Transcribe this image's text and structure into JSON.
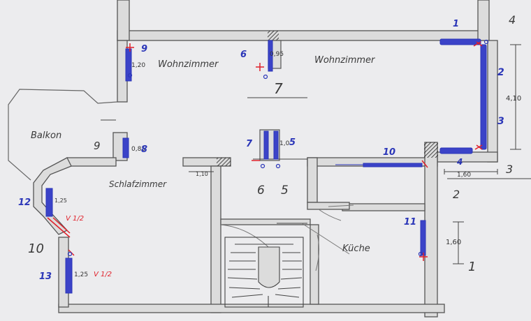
{
  "colors": {
    "paper": "#ececee",
    "wall_fill": "#dcdcdc",
    "wall_line": "#555555",
    "radiator": "#3b43c8",
    "marker_blue": "#2b36b8",
    "marker_red": "#e0202a",
    "hatch": "#222222"
  },
  "rooms": {
    "wohnzimmer_left": "Wohnzimmer",
    "wohnzimmer_right": "Wohnzimmer",
    "balkon": "Balkon",
    "schlafzimmer": "Schlafzimmer",
    "kueche": "Küche"
  },
  "dimensions": {
    "height_right": "4,10",
    "width_bottom": "1,60",
    "height_kitchen": "1,60",
    "corridor": "1,10",
    "r9": "1,20",
    "r6": "0,95",
    "r8": "0,85",
    "r5": "1,0",
    "r12": "1,25",
    "r13": "1,25"
  },
  "notes": {
    "v12": "V 1/2",
    "v13": "V 1/2"
  },
  "pencil_numbers": {
    "n7": "7",
    "n9": "9",
    "n6": "6",
    "n5": "5",
    "n10": "10",
    "n2": "2",
    "n3": "3",
    "n1": "1",
    "n4": "4"
  },
  "radiator_numbers": {
    "r1": "1",
    "r2": "2",
    "r3": "3",
    "r4": "4",
    "r5": "5",
    "r6": "6",
    "r7": "7",
    "r8": "8",
    "r9": "9",
    "r10": "10",
    "r11": "11",
    "r12": "12",
    "r13": "13"
  }
}
